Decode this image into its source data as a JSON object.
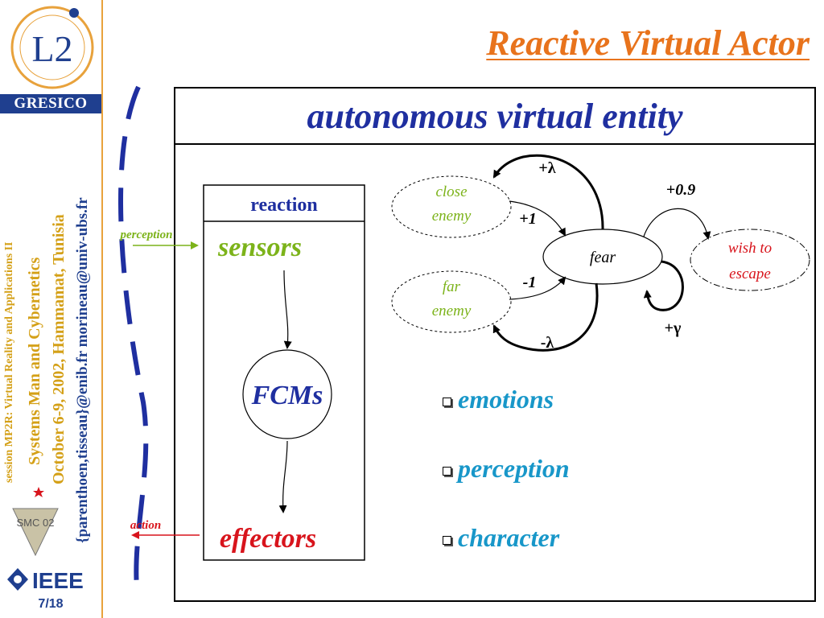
{
  "slide": {
    "title": "Reactive Virtual Actor",
    "box_title": "autonomous virtual entity",
    "page_number": "7/18"
  },
  "sidebar": {
    "lab_name": "GRESICO",
    "logo_text": "L2",
    "session": "session MP2R: Virtual Reality and Applications II",
    "conference": "Systems Man and Cybernetics",
    "dates": "October 6-9, 2002, Hammamat, Tunisia",
    "emails": "{parenthoen,tisseau}@enib.fr  morineau@univ-ubs.fr",
    "smc_logo_text": "SMC 02",
    "ieee_text": "IEEE"
  },
  "reaction": {
    "header": "reaction",
    "sensors": "sensors",
    "fcms": "FCMs",
    "effectors": "effectors",
    "perception_label": "perception",
    "action_label": "action"
  },
  "fcm": {
    "nodes": {
      "close_enemy": [
        "close",
        "enemy"
      ],
      "far_enemy": [
        "far",
        "enemy"
      ],
      "fear": "fear",
      "wish_escape": [
        "wish to",
        "escape"
      ]
    },
    "weights": {
      "plus_lambda": "+λ",
      "plus_one": "+1",
      "minus_one": "-1",
      "minus_lambda": "-λ",
      "plus_09": "+0.9",
      "plus_gamma": "+γ"
    }
  },
  "bullets": [
    "emotions",
    "perception",
    "character"
  ],
  "colors": {
    "title": "#e8731c",
    "box_title": "#1f2fa0",
    "sensors": "#7cb31a",
    "effectors": "#d8141c",
    "bullet_text": "#1897c9",
    "sidebar_gold": "#d4a017",
    "sidebar_blue": "#1f3f8f",
    "dashed_arc": "#1f2fa0"
  }
}
